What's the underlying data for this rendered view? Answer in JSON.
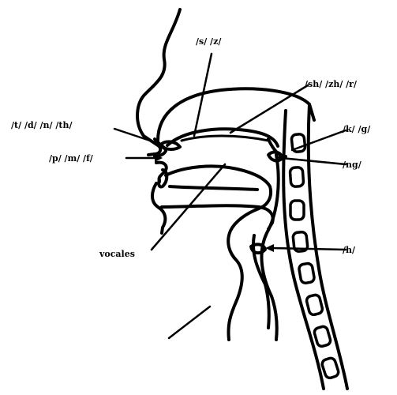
{
  "labels": {
    "s_z": "/s/ /z/",
    "sh_zh_r": "/sh/ /zh/ /r/",
    "t_d_n_th": "/t/ /d/ /n/ /th/",
    "p_m_f": "/p/ /m/ /f/",
    "k_g": "/k/ /g/",
    "ng": "/ng/",
    "h": "/h/",
    "vocales": "vocales"
  }
}
